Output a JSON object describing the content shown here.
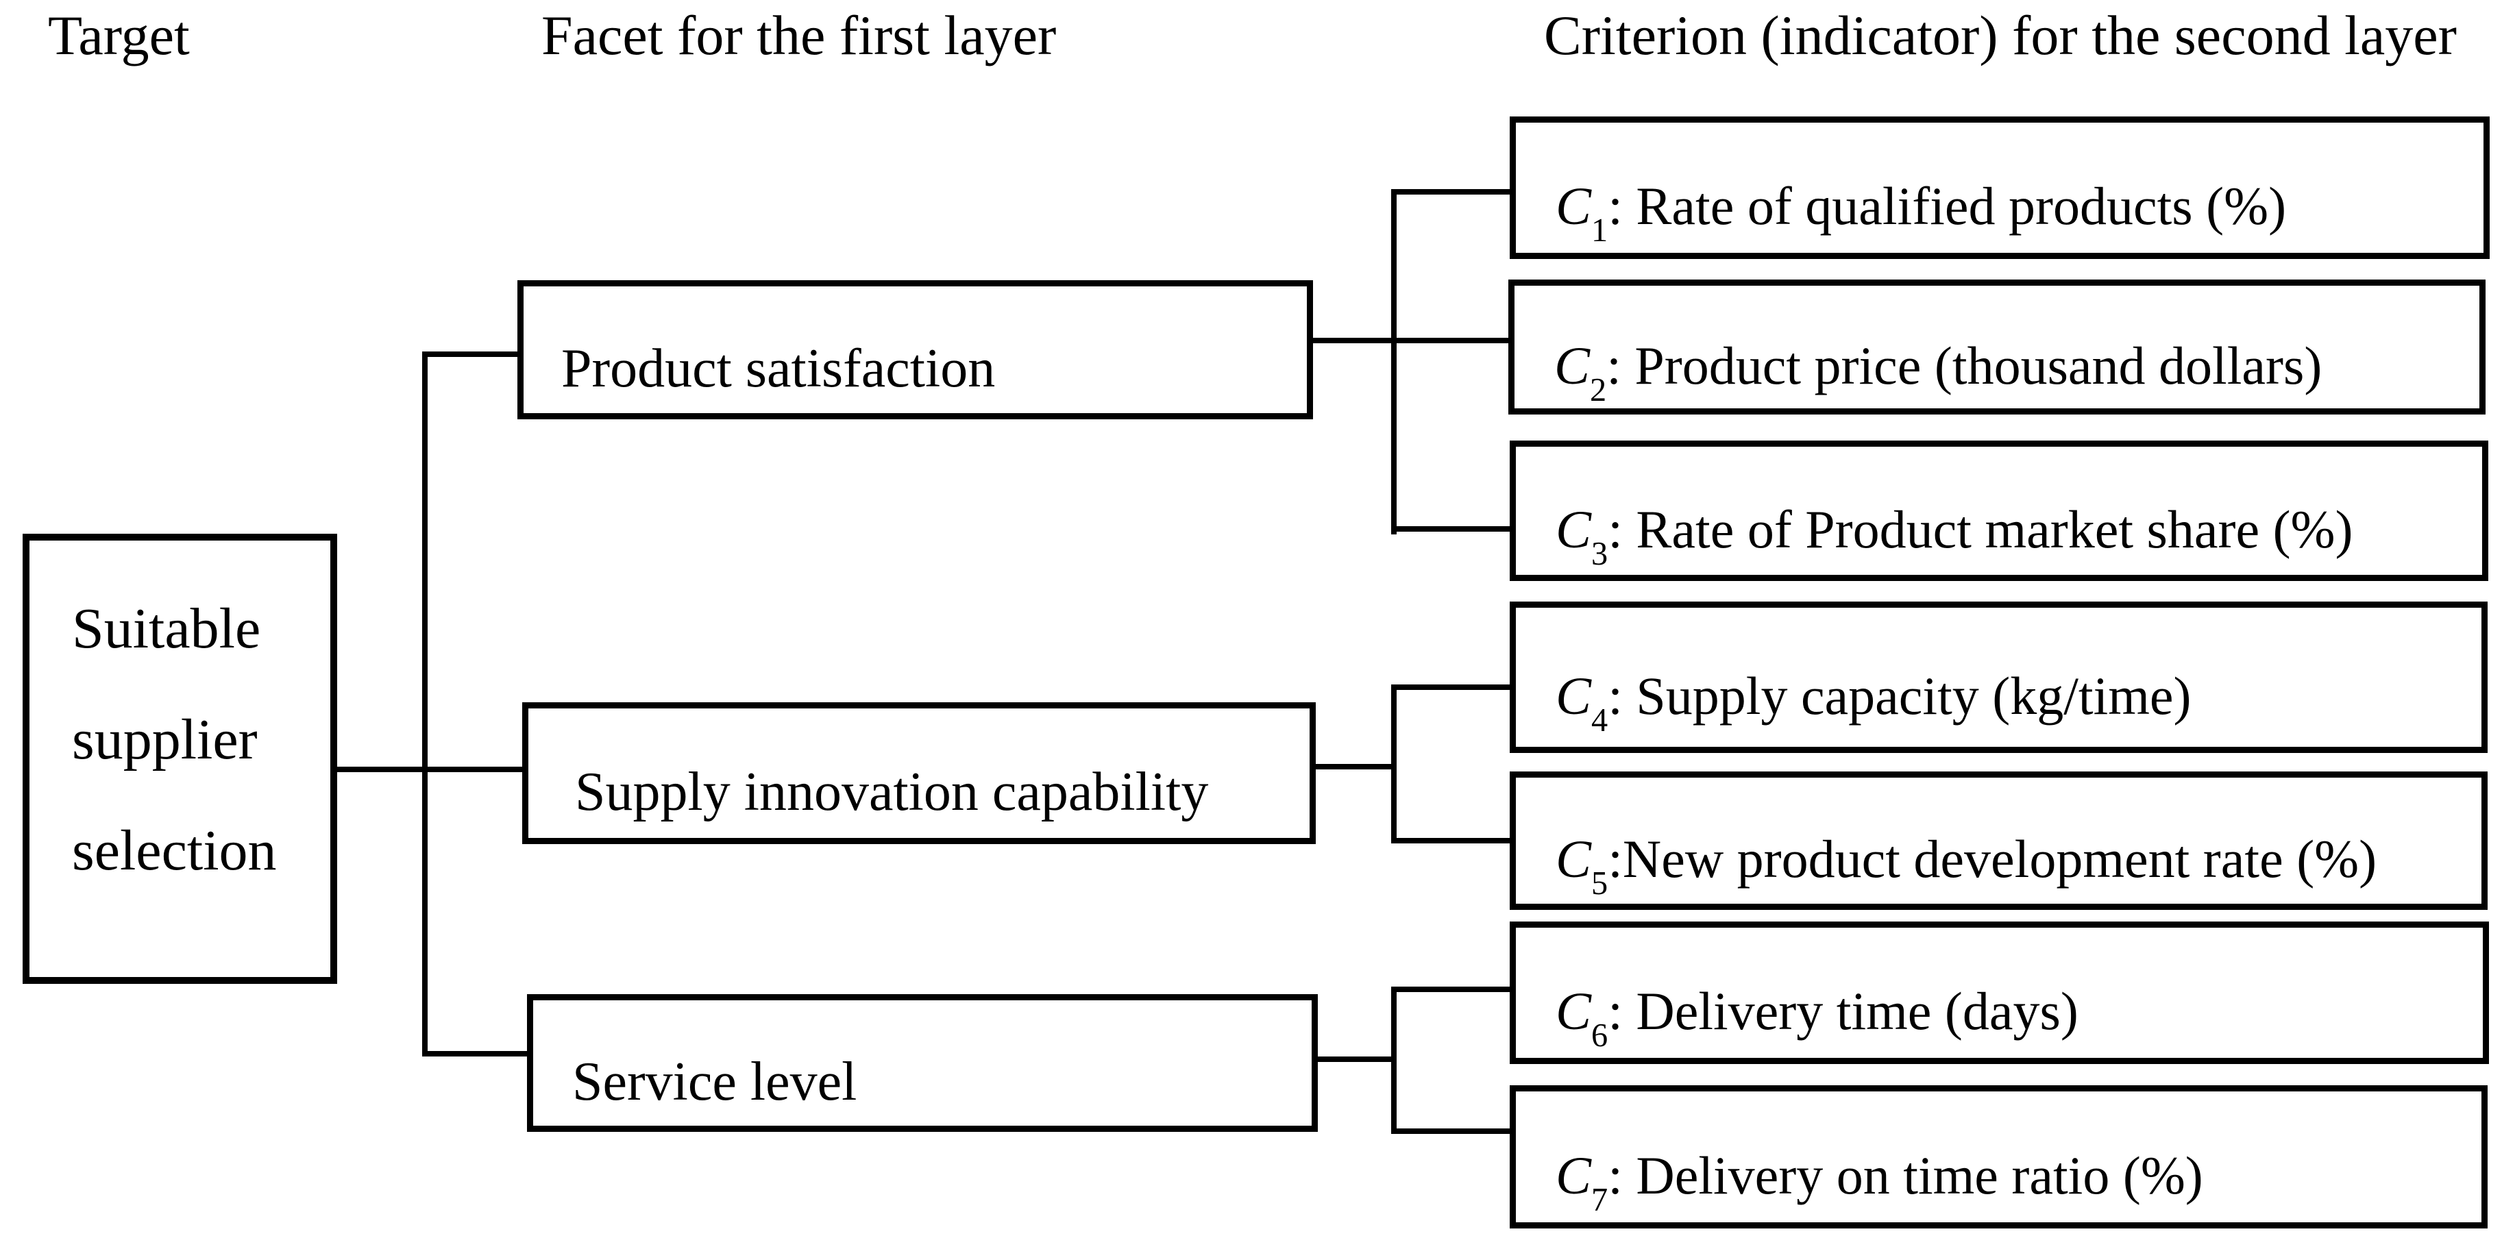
{
  "page": {
    "background_color": "#ffffff",
    "ink_color": "#000000"
  },
  "headers": {
    "target": "Target",
    "facet": "Facet for the first layer",
    "criterion": "Criterion (indicator) for the second layer"
  },
  "target_node": {
    "lines": [
      "Suitable",
      "supplier",
      "selection"
    ]
  },
  "facets": [
    {
      "label": "Product satisfaction"
    },
    {
      "label": "Supply innovation capability"
    },
    {
      "label": "Service level"
    }
  ],
  "criteria": [
    {
      "symbol": "C",
      "sub": "1",
      "text": ": Rate of qualified products (%)"
    },
    {
      "symbol": "C",
      "sub": "2",
      "text": ": Product price (thousand dollars)"
    },
    {
      "symbol": "C",
      "sub": "3",
      "text": ": Rate of Product market share (%)"
    },
    {
      "symbol": "C",
      "sub": "4",
      "text": ": Supply capacity (kg/time)"
    },
    {
      "symbol": "C",
      "sub": "5",
      "text": ":New product development rate (%)"
    },
    {
      "symbol": "C",
      "sub": "6",
      "text": ": Delivery time (days)"
    },
    {
      "symbol": "C",
      "sub": "7",
      "text": ": Delivery on time ratio (%)"
    }
  ]
}
